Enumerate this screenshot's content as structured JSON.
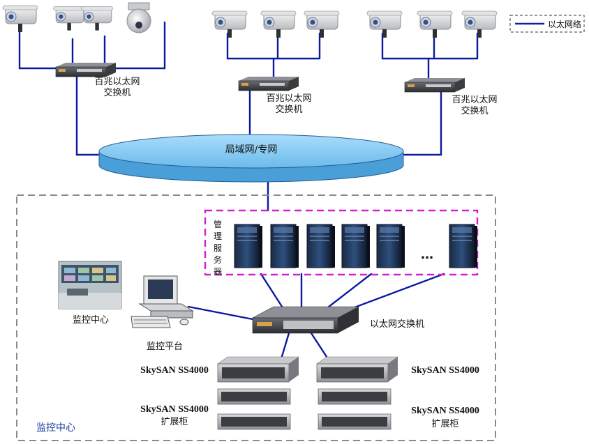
{
  "legend": {
    "label": "以太网络",
    "line_color": "#1a1aa8"
  },
  "network": {
    "name": "局域网/专网"
  },
  "switches": {
    "left_label": "百兆以太网\n交换机",
    "mid_label": "百兆以太网\n交换机",
    "right_label": "百兆以太网\n交换机",
    "center_label": "以太网交换机"
  },
  "center": {
    "zone_label": "监控中心",
    "monitor_room_label": "监控中心",
    "platform_label": "监控平台",
    "server_group_label": "管理服务器",
    "ellipsis": "…"
  },
  "storage": {
    "left_main": "SkySAN SS4000",
    "right_main": "SkySAN SS4000",
    "left_expansion_1": "SkySAN SS4000",
    "left_expansion_2": "扩展柜",
    "right_expansion_1": "SkySAN SS4000",
    "right_expansion_2": "扩展柜"
  },
  "colors": {
    "link": "#0a1a9e",
    "dashed_border": "#888888",
    "server_box": "#d020d0",
    "lan_fill": "#7ec8f2"
  }
}
